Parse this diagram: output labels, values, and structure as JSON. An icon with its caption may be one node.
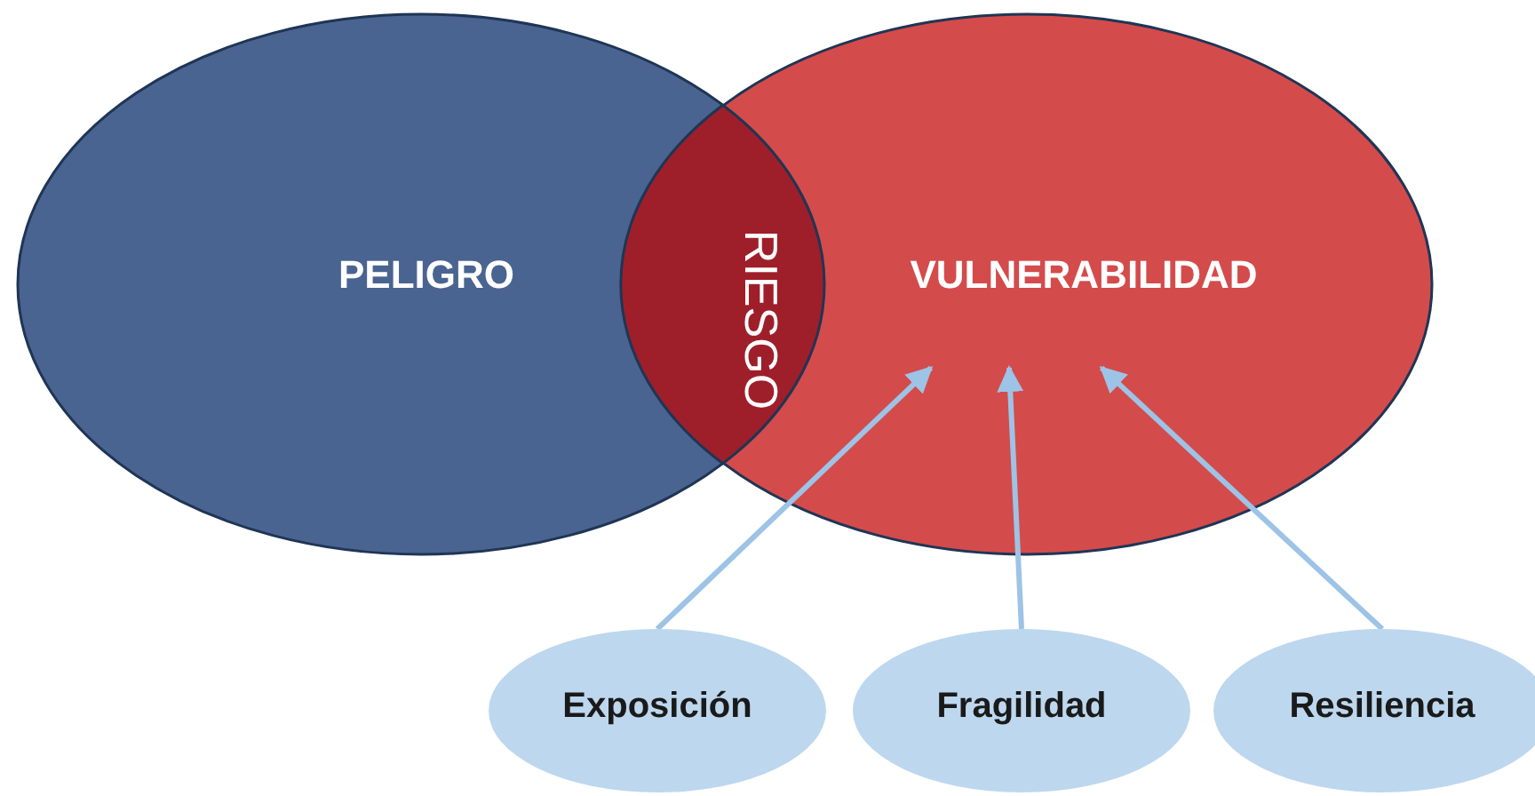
{
  "diagram": {
    "nodes": [
      {
        "text": [
          "PELIGRO"
        ]
      },
      {
        "text": [
          "VULNERABILIDAD"
        ]
      },
      {
        "text": [
          "RIESGO"
        ]
      },
      {
        "text": [
          "Exposición"
        ]
      },
      {
        "text": [
          "Fragilidad"
        ]
      },
      {
        "text": [
          "Resiliencia"
        ]
      }
    ],
    "edges": [
      {
        "from": 3,
        "to": 1,
        "arrow": "to"
      },
      {
        "from": 4,
        "to": 1,
        "arrow": "to"
      },
      {
        "from": 5,
        "to": 1,
        "arrow": "to"
      }
    ]
  }
}
